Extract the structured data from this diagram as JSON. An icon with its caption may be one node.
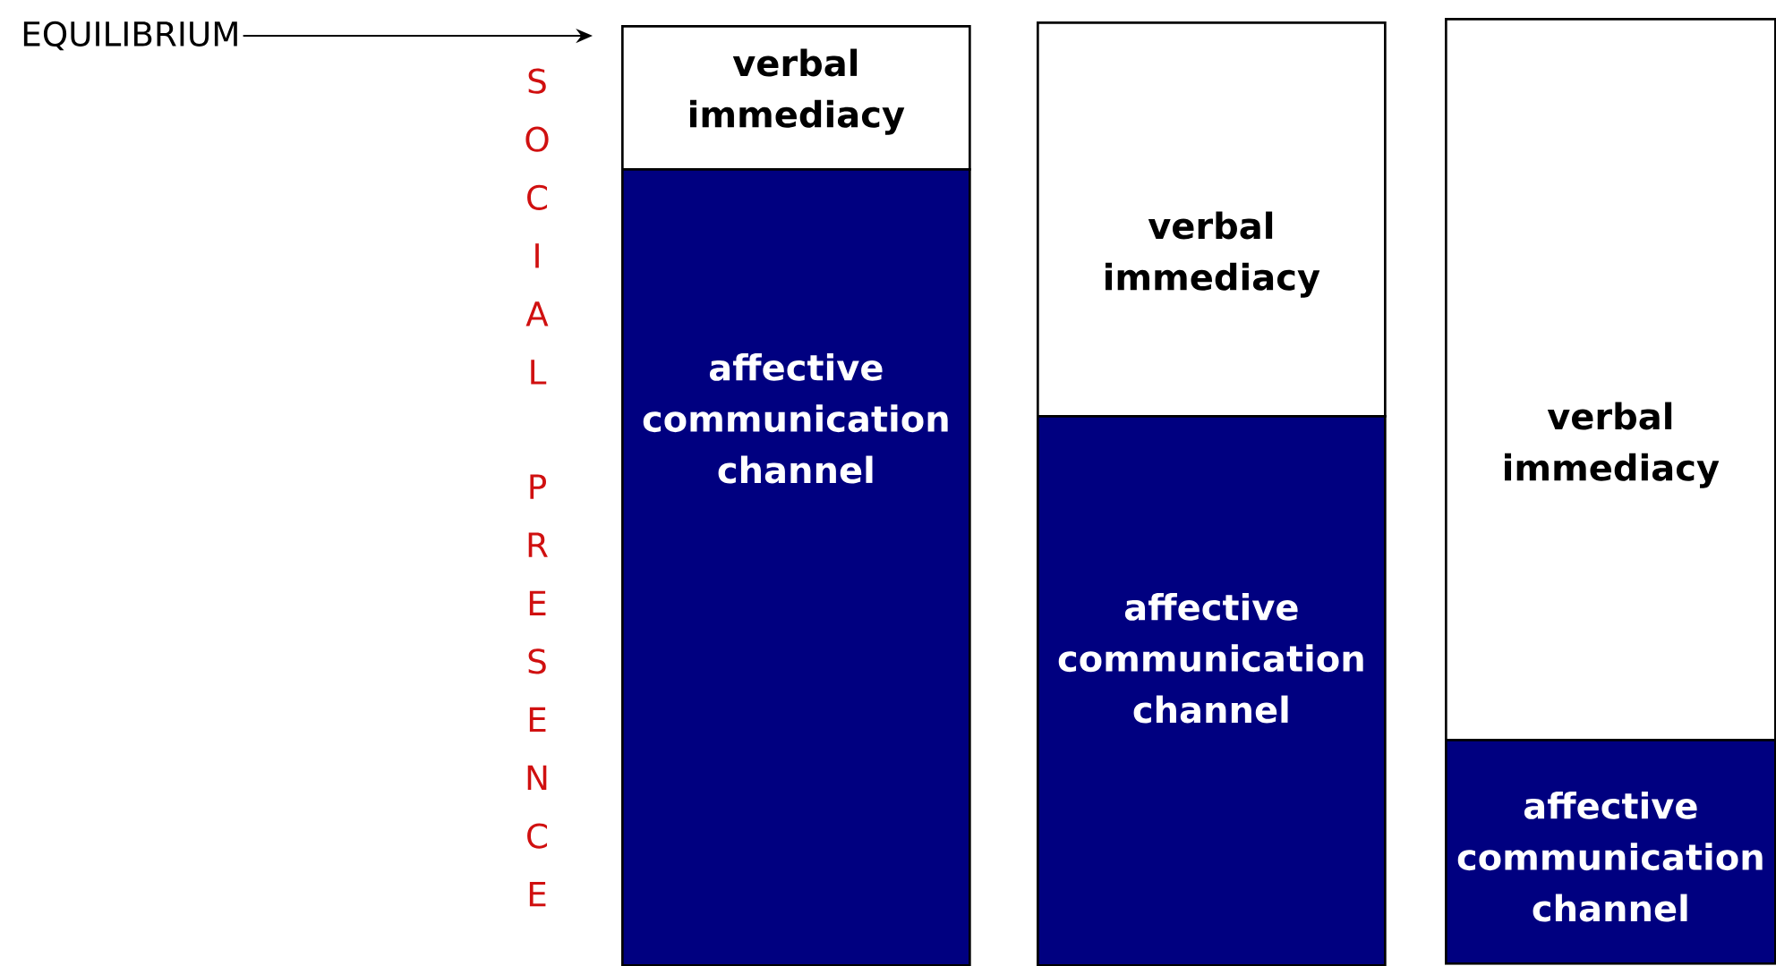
{
  "diagram": {
    "nodes": [
      {
        "text": [
          "EQUILIBRIUM"
        ]
      },
      {
        "text": [
          "verbal immediacy"
        ]
      },
      {
        "text": [
          "affective communication channel"
        ]
      },
      {
        "text": [
          "verbal immediacy"
        ]
      },
      {
        "text": [
          "affective communication channel"
        ]
      },
      {
        "text": [
          "verbal immediacy"
        ]
      },
      {
        "text": [
          "affective communication channel"
        ]
      }
    ],
    "edges": [
      {
        "from": 0,
        "to": 1,
        "arrow": "to"
      }
    ],
    "labels": [
      "SOCIAL",
      "PRESENCE"
    ]
  }
}
